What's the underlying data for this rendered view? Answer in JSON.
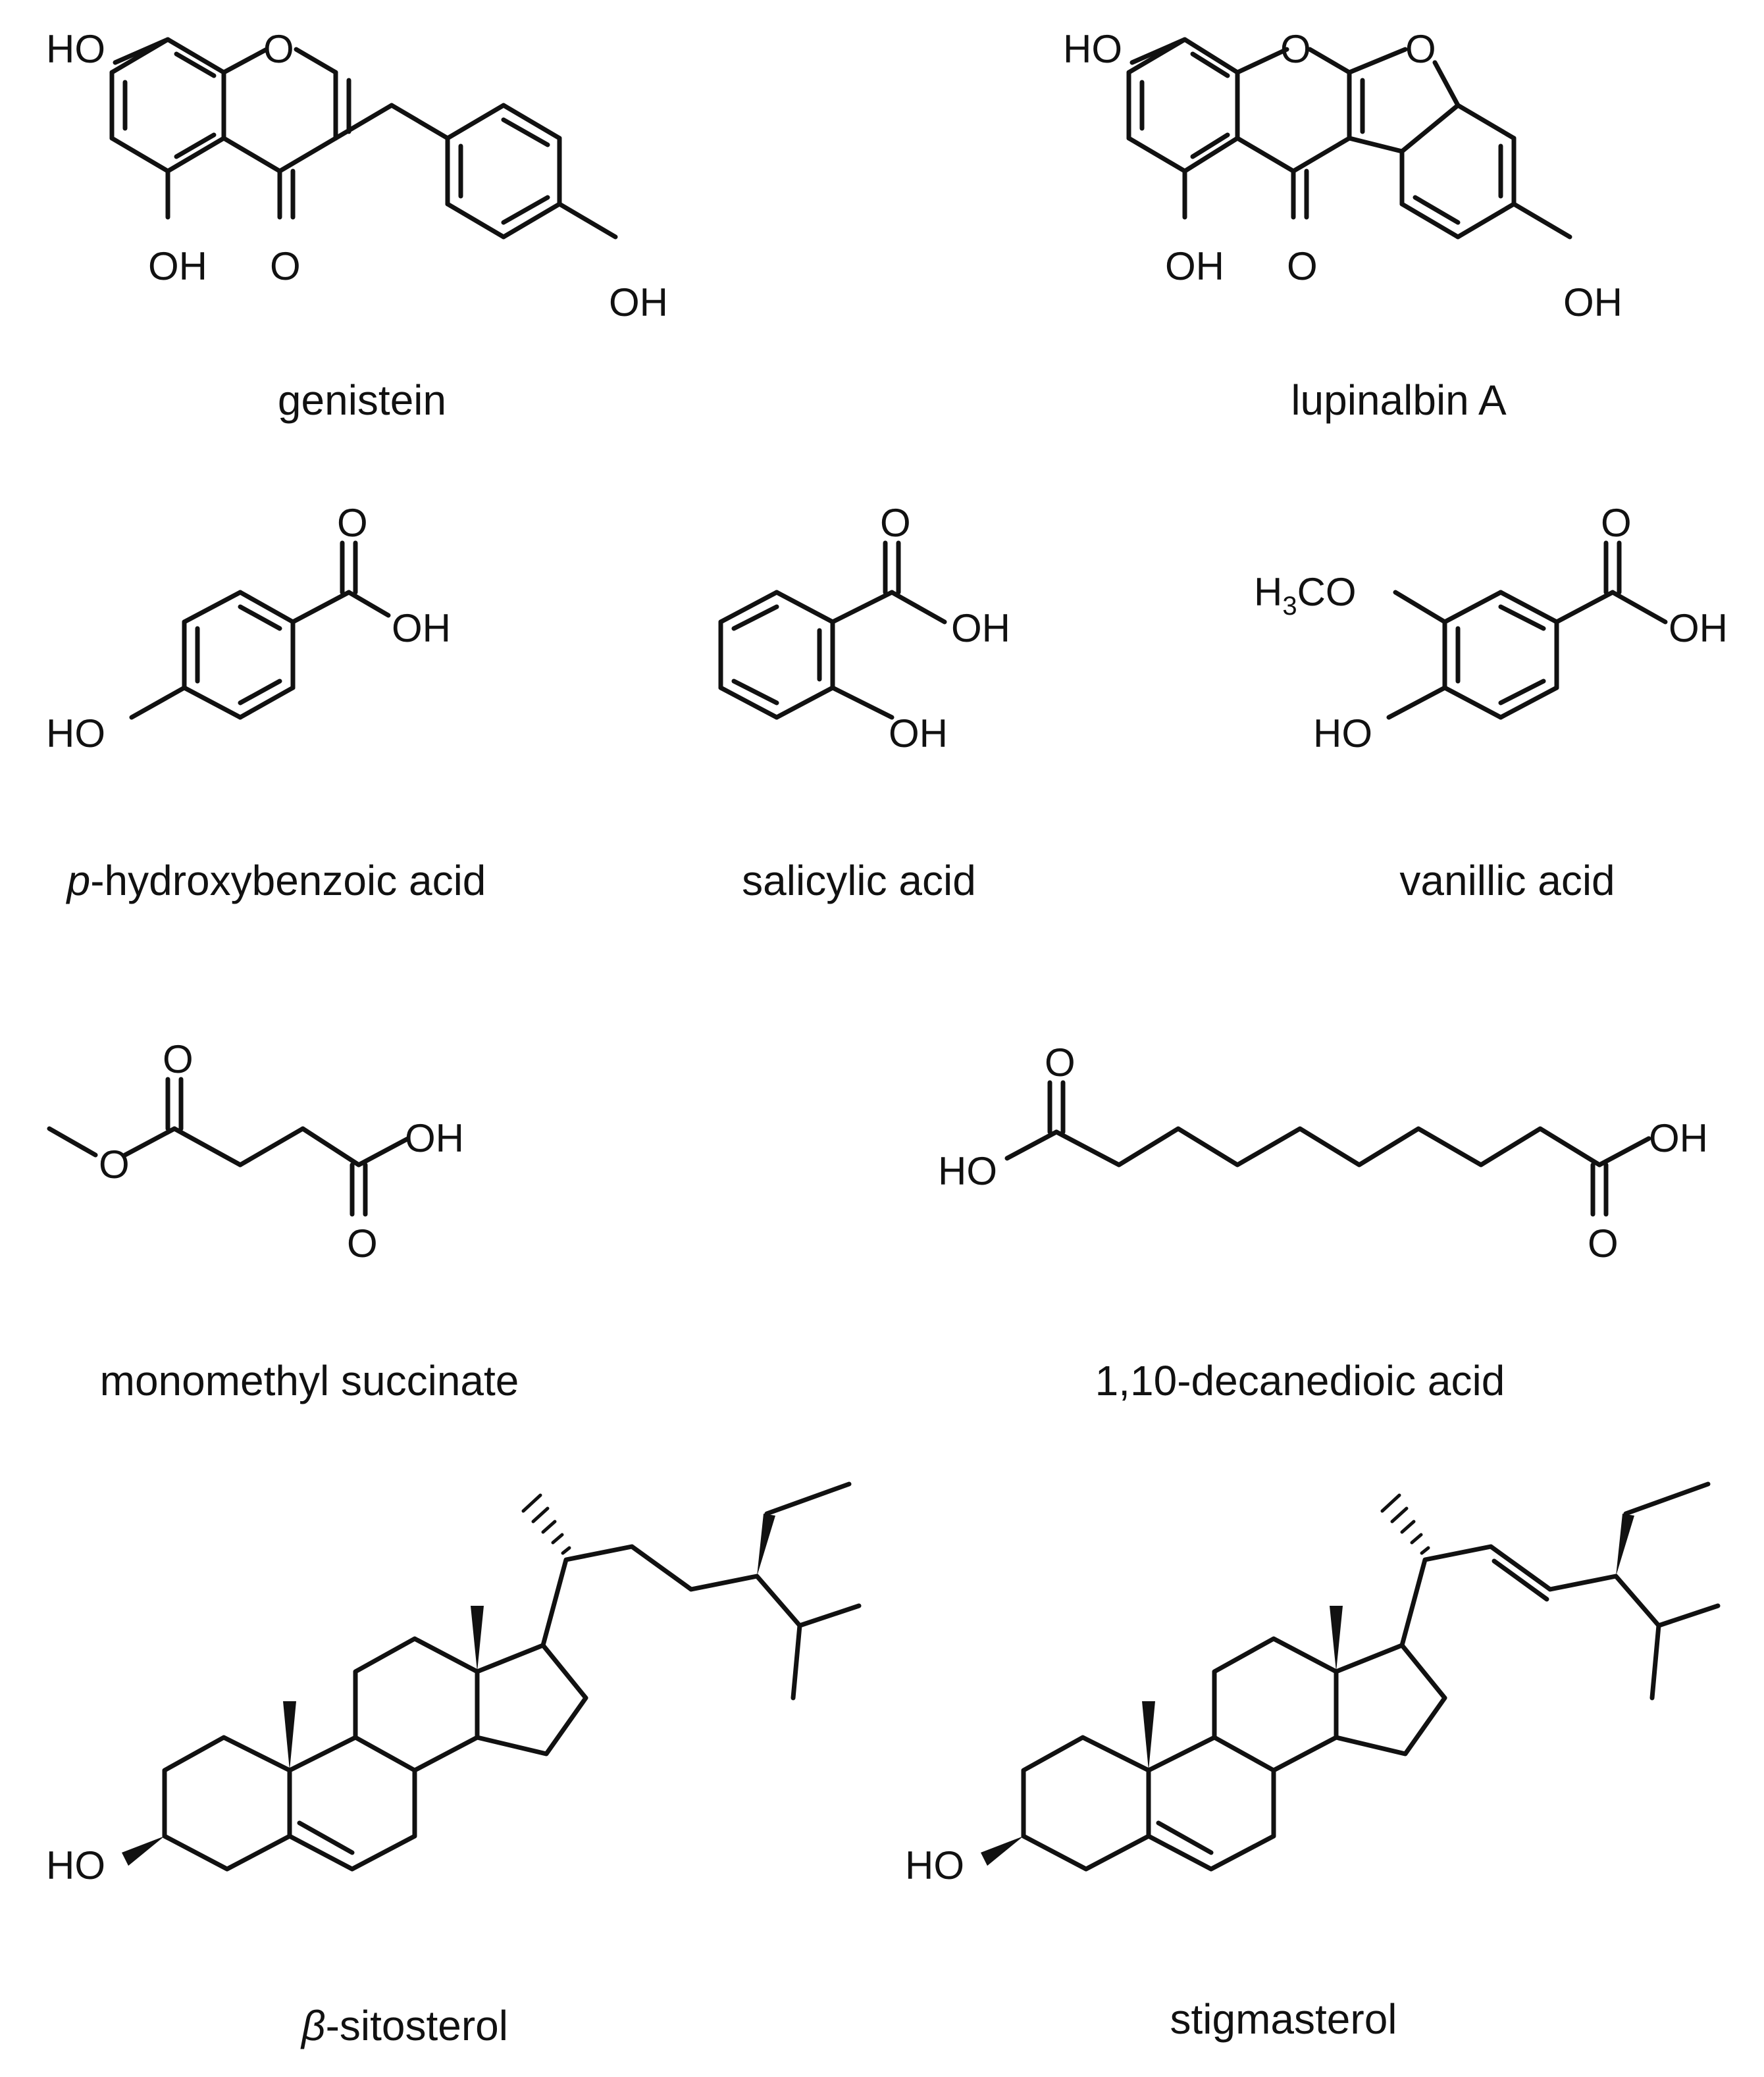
{
  "compounds": [
    {
      "name": "genistein",
      "labels": {
        "ho": "HO",
        "o_ring": "O",
        "oh_5": "OH",
        "o_keto": "O",
        "oh_4p": "OH"
      }
    },
    {
      "name": "lupinalbin A",
      "labels": {
        "ho": "HO",
        "o_ring": "O",
        "o_furan": "O",
        "oh_5": "OH",
        "o_keto": "O",
        "oh_ar": "OH"
      }
    },
    {
      "name": "p-hydroxybenzoic acid",
      "name_italic": "p",
      "name_rest": "-hydroxybenzoic acid",
      "labels": {
        "o_dbl": "O",
        "oh_acid": "OH",
        "ho": "HO"
      }
    },
    {
      "name": "salicylic acid",
      "labels": {
        "o_dbl": "O",
        "oh_acid": "OH",
        "oh_ortho": "OH"
      }
    },
    {
      "name": "vanillic acid",
      "labels": {
        "o_dbl": "O",
        "oh_acid": "OH",
        "ho": "HO",
        "ome_h": "H",
        "ome_sub": "3",
        "ome_co": "CO"
      }
    },
    {
      "name": "monomethyl succinate",
      "labels": {
        "o_top": "O",
        "o_ester": "O",
        "oh": "OH",
        "o_bottom": "O"
      }
    },
    {
      "name": "1,10-decanedioic acid",
      "labels": {
        "o_top": "O",
        "ho": "HO",
        "oh": "OH",
        "o_bottom": "O"
      }
    },
    {
      "name": "β-sitosterol",
      "name_italic": "β",
      "name_rest": "-sitosterol",
      "labels": {
        "ho": "HO"
      }
    },
    {
      "name": "stigmasterol",
      "labels": {
        "ho": "HO"
      }
    }
  ]
}
